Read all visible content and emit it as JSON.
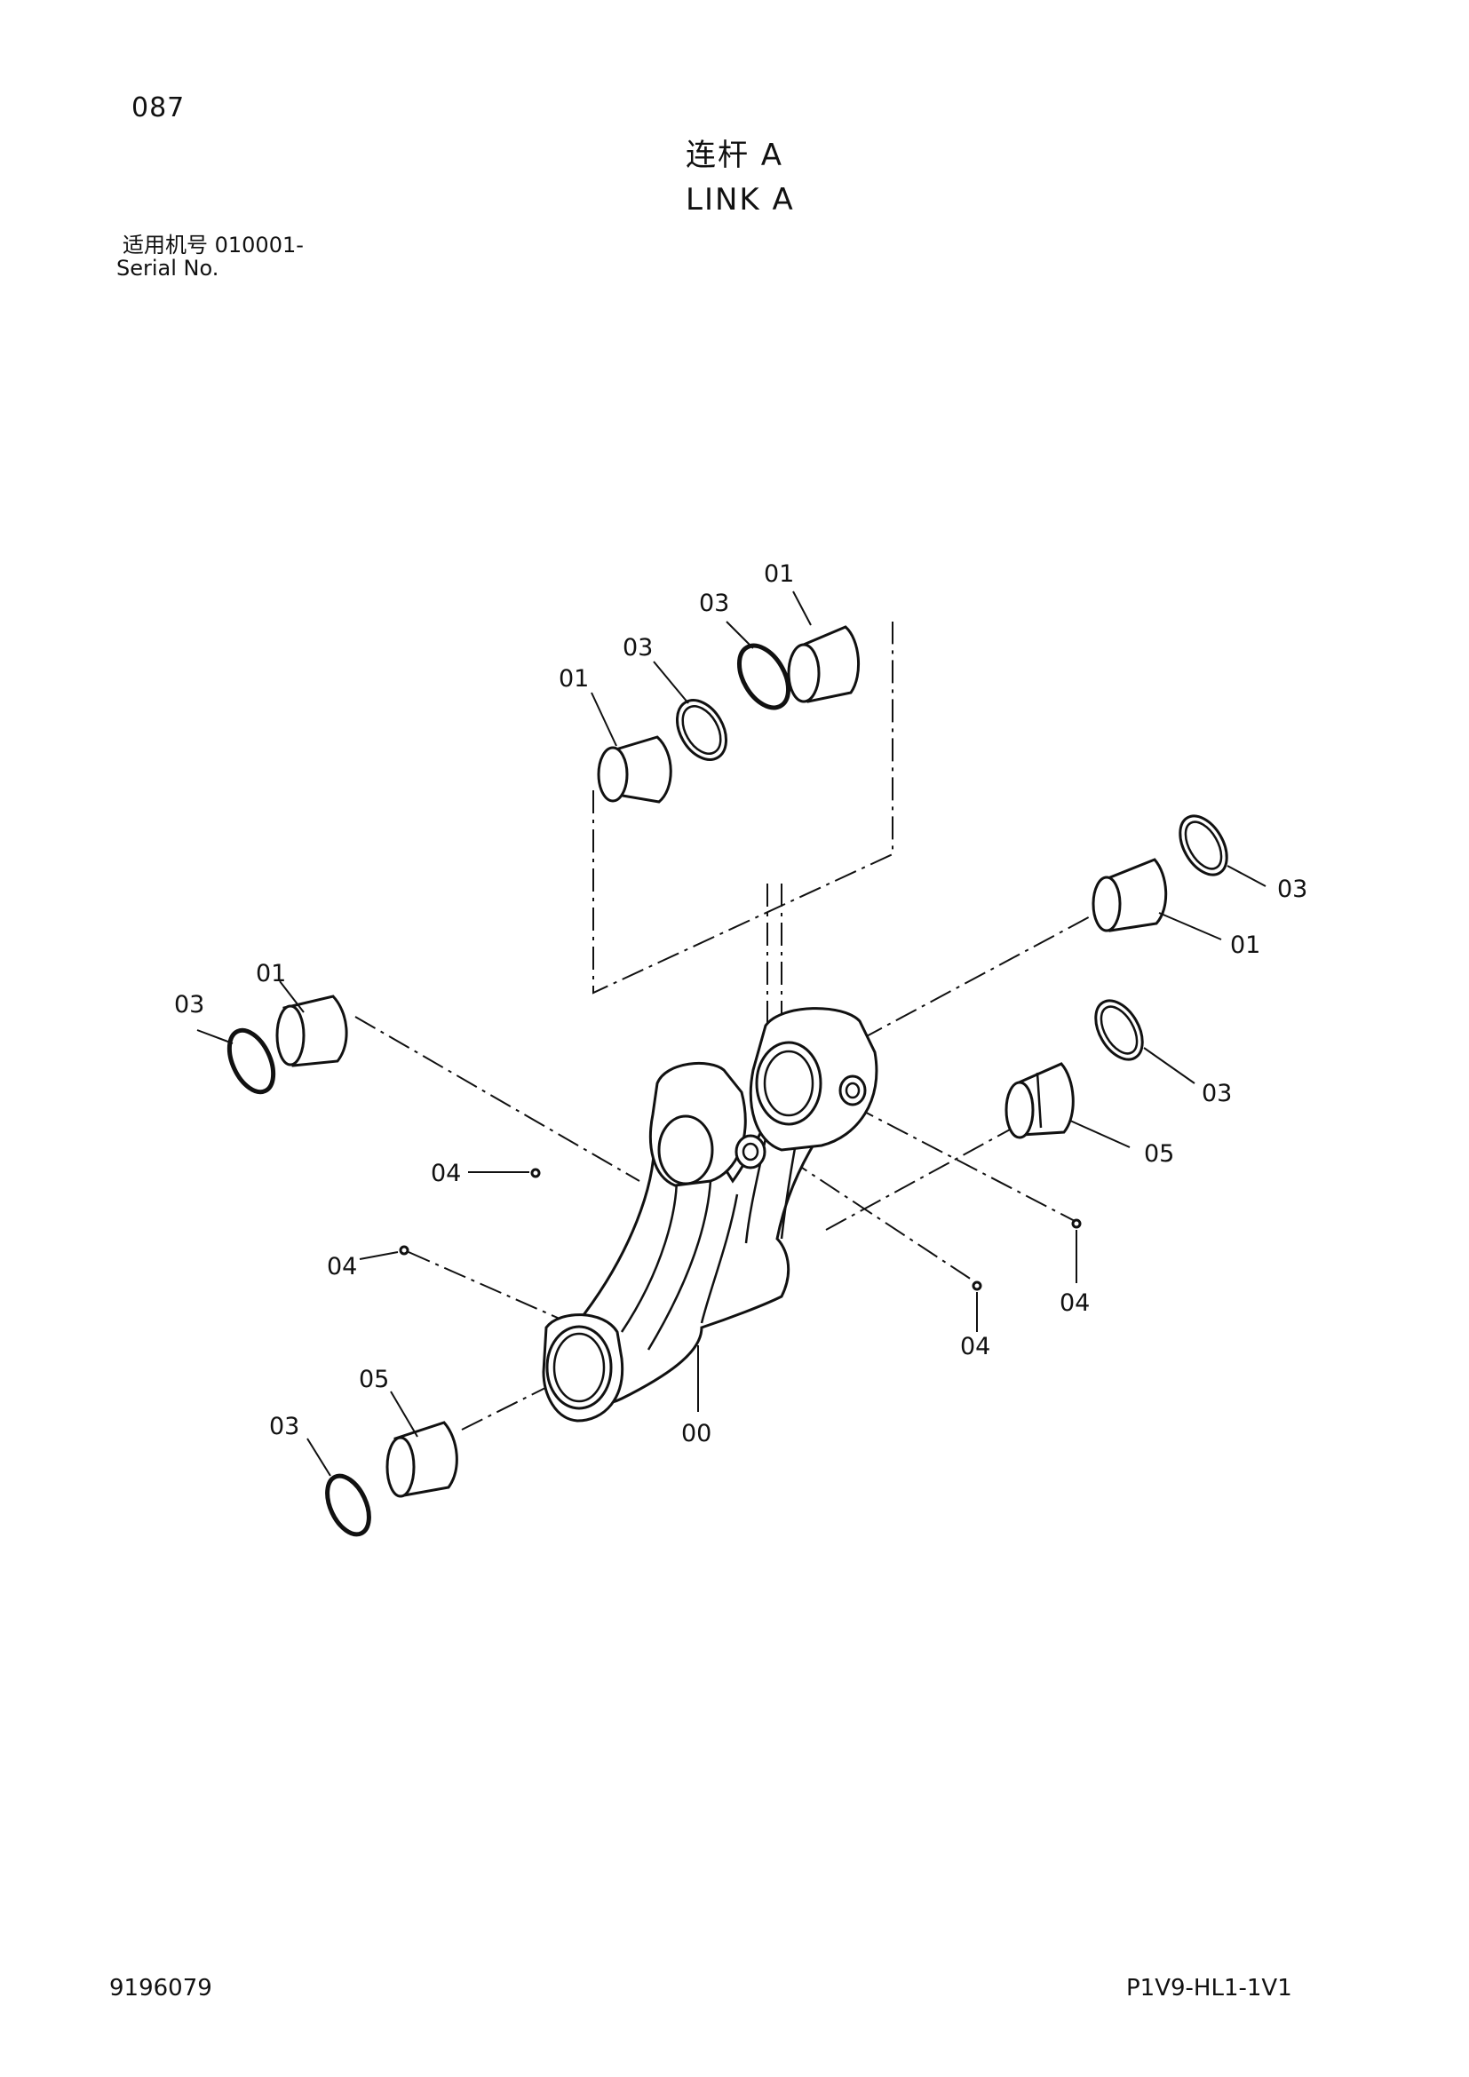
{
  "header": {
    "page_number": "087",
    "title_cn": "连杆 A",
    "title_en": "LINK A",
    "serial_cn": "适用机号 010001-",
    "serial_en": "Serial No."
  },
  "footer": {
    "doc_number": "9196079",
    "doc_code": "P1V9-HL1-1V1"
  },
  "callouts": {
    "top_01_right": "01",
    "top_03_right": "03",
    "top_03_left": "03",
    "top_01_left": "01",
    "right_03_top": "03",
    "right_01": "01",
    "left_01": "01",
    "left_03": "03",
    "right_03_mid": "03",
    "right_05": "05",
    "pin_04_upper_left": "04",
    "pin_04_left": "04",
    "pin_04_right": "04",
    "pin_04_center": "04",
    "bottom_05": "05",
    "bottom_03": "03",
    "link_00": "00"
  }
}
